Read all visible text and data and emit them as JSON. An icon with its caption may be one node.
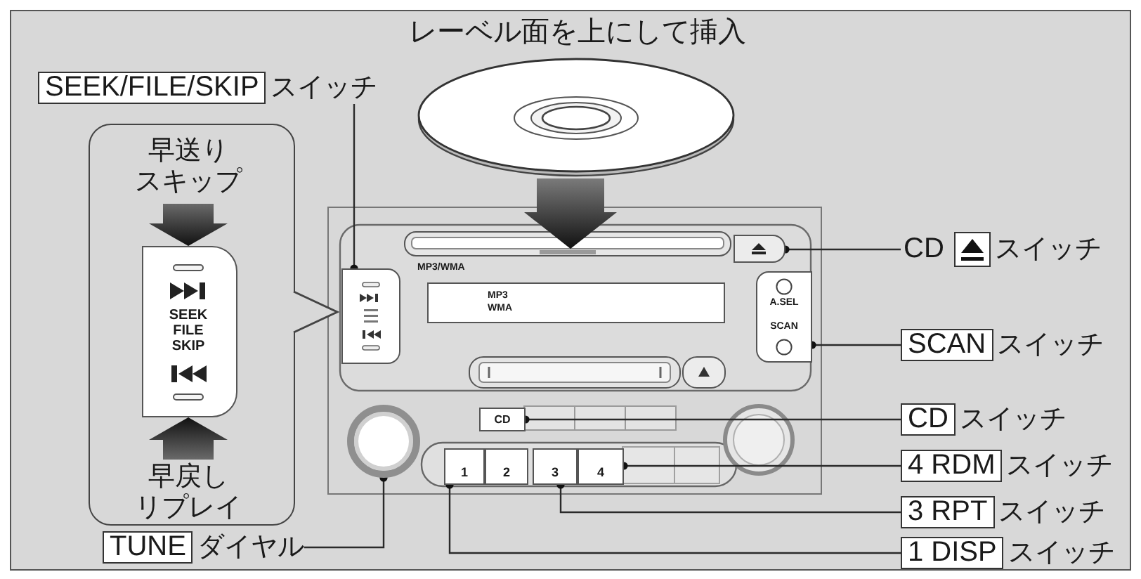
{
  "diagram": {
    "nodes": [
      {
        "text": [
          "SEEK/FILE/SKIP",
          "スイッチ"
        ]
      },
      {
        "text": [
          "早送り",
          "スキップ",
          "早戻し",
          "リプレイ"
        ]
      },
      {
        "text": [
          "SEEK FILE SKIP"
        ],
        "in": 1
      },
      {
        "text": [
          "MP3/WMA"
        ]
      },
      {
        "text": [],
        "shape": "box",
        "in": 3
      },
      {
        "text": [
          "MP3",
          "WMA"
        ],
        "in": 3
      },
      {
        "text": [],
        "shape": "box",
        "in": 3
      },
      {
        "text": [
          "A.SEL",
          "SCAN"
        ],
        "in": 3
      },
      {
        "text": [
          "CD"
        ],
        "in": 3
      },
      {
        "text": [
          "1"
        ],
        "in": 3
      },
      {
        "text": [
          "2"
        ],
        "in": 3
      },
      {
        "text": [
          "3"
        ],
        "in": 3
      },
      {
        "text": [
          "4"
        ],
        "in": 3
      },
      {
        "text": [],
        "shape": "circle",
        "in": 3
      },
      {
        "text": [
          "TUNE",
          "ダイヤル"
        ]
      },
      {
        "text": [
          "CD",
          "スイッチ"
        ]
      },
      {
        "text": [
          "SCAN",
          "スイッチ"
        ]
      },
      {
        "text": [
          "CD",
          "スイッチ"
        ]
      },
      {
        "text": [
          "4 RDM",
          "スイッチ"
        ]
      },
      {
        "text": [
          "3 RPT",
          "スイッチ"
        ]
      },
      {
        "text": [
          "1 DISP",
          "スイッチ"
        ]
      }
    ],
    "edges": [
      {
        "from": 0,
        "to": 4,
        "arrow": "other"
      },
      {
        "from": 14,
        "to": 13,
        "arrow": "other"
      },
      {
        "from": 15,
        "to": 6,
        "arrow": "other"
      },
      {
        "from": 16,
        "to": 7,
        "arrow": "other"
      },
      {
        "from": 17,
        "to": 8,
        "arrow": "other"
      },
      {
        "from": 18,
        "to": 12,
        "arrow": "other"
      },
      {
        "from": 19,
        "to": 11,
        "arrow": "other"
      },
      {
        "from": 20,
        "to": 9,
        "arrow": "other"
      }
    ],
    "labels": [
      "レーベル面を上にして挿入"
    ]
  }
}
